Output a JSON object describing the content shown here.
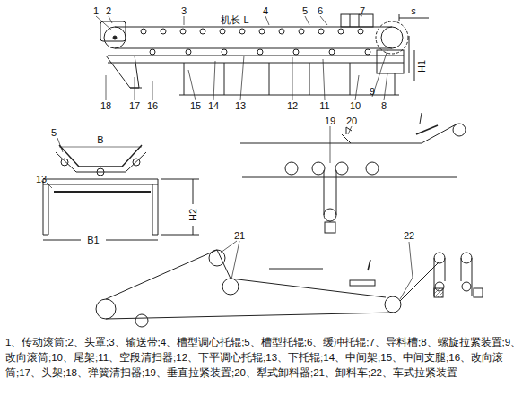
{
  "diagram": {
    "caption": "1、传动滚筒;2、头罩;3、输送带;4、槽型调心托辊;5、槽型托辊;6、缓冲托辊;7、导料槽;8、螺旋拉紧装置;9、改向滚筒;10、尾架;11、空段清扫器;12、下平调心托辊;13、下托辊;14、中间架;15、中间支腿;16、改向滚筒;17、头架;18、弹簧清扫器;19、垂直拉紧装置;20、犁式卸料器;21、卸料车;22、车式拉紧装置",
    "labels": [
      "1",
      "2",
      "3",
      "机长 L",
      "4",
      "5",
      "6",
      "7",
      "s",
      "H1",
      "18",
      "17",
      "16",
      "15",
      "14",
      "13",
      "12",
      "11",
      "10",
      "9",
      "8",
      "5",
      "B",
      "13",
      "H2",
      "B1",
      "19",
      "20",
      "21",
      "22"
    ]
  }
}
